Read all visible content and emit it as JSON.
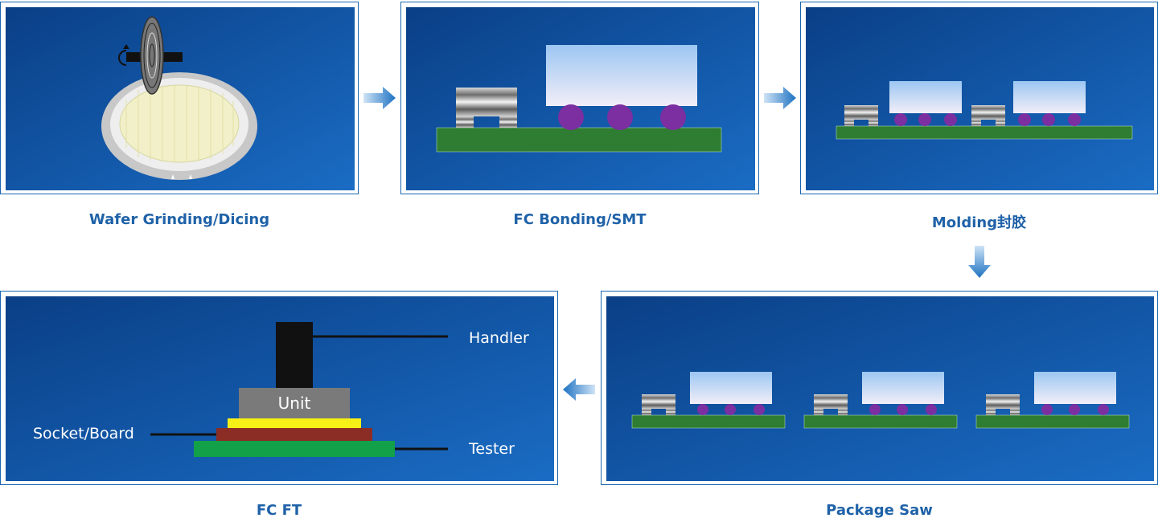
{
  "steps": {
    "wafer": "Wafer Grinding/Dicing",
    "fc_bonding": "FC Bonding/SMT",
    "molding": "Molding封胶",
    "package_saw": "Package Saw",
    "fc_ft": "FC FT"
  },
  "ft_labels": {
    "handler": "Handler",
    "unit": "Unit",
    "socket_board": "Socket/Board",
    "tester": "Tester"
  },
  "colors": {
    "panel_bg_dark": "#0a3f86",
    "panel_bg_light": "#1769c0",
    "caption": "#1f62a8",
    "substrate": "#2e7d32",
    "bump": "#7b2fa0",
    "arrow": "#1d72c2"
  }
}
